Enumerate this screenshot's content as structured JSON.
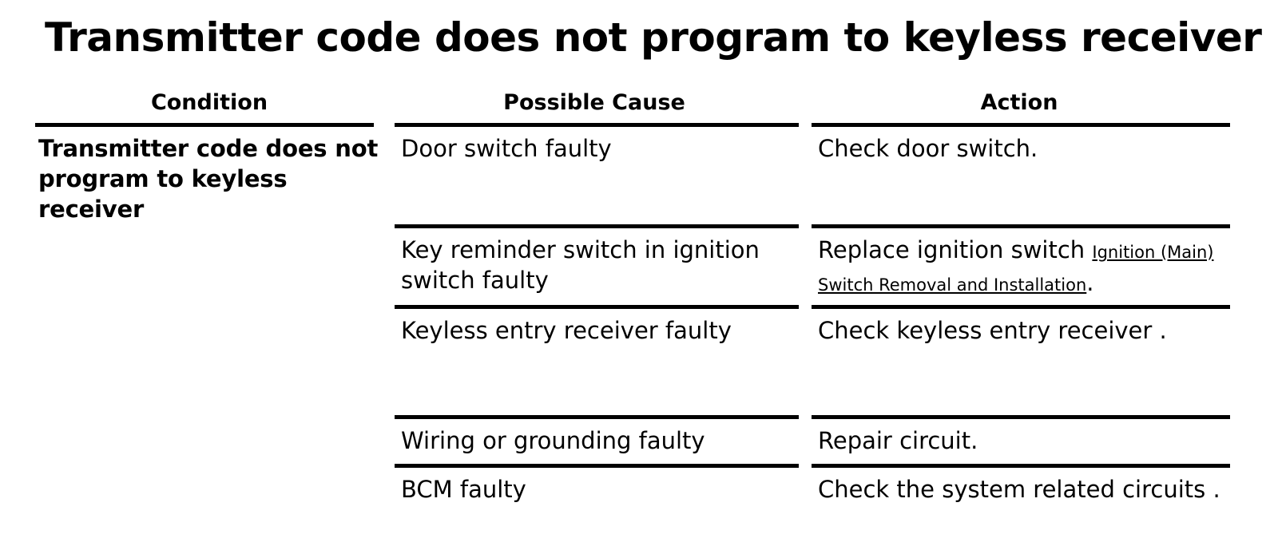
{
  "document": {
    "title": "Transmitter code does not program to keyless receiver"
  },
  "table": {
    "headers": {
      "condition": "Condition",
      "cause": "Possible Cause",
      "action": "Action"
    },
    "condition_cell": "Transmitter code does not program to keyless receiver",
    "rows": [
      {
        "cause": "Door switch faulty",
        "action": "Check door switch.",
        "action_link": "",
        "action_suffix": ""
      },
      {
        "cause": "Key reminder switch in ignition switch faulty",
        "action": "Replace ignition switch ",
        "action_link": "Ignition (Main) Switch Removal and Installation",
        "action_suffix": "."
      },
      {
        "cause": "Keyless entry receiver faulty",
        "action": "Check keyless entry receiver .",
        "action_link": "",
        "action_suffix": ""
      },
      {
        "cause": "Wiring or grounding faulty",
        "action": "Repair circuit.",
        "action_link": "",
        "action_suffix": ""
      },
      {
        "cause": "BCM faulty",
        "action": "Check the system related circuits .",
        "action_link": "",
        "action_suffix": ""
      }
    ]
  },
  "colors": {
    "text": "#000000",
    "background": "#ffffff",
    "rule": "#000000"
  }
}
